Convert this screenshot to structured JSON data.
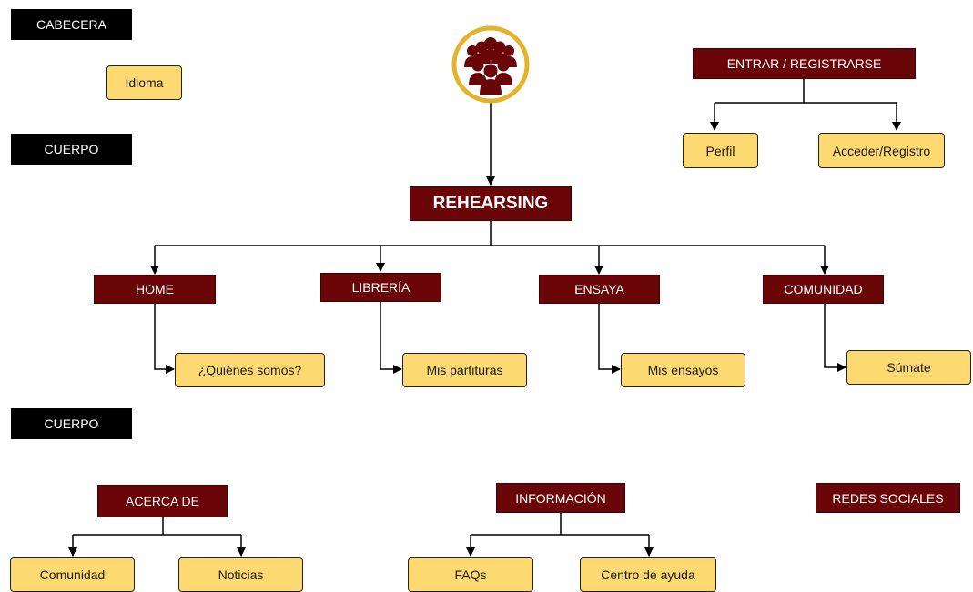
{
  "sections": {
    "cabecera": "CABECERA",
    "cuerpo_1": "CUERPO",
    "cuerpo_2": "CUERPO"
  },
  "header": {
    "language": "Idioma",
    "login": "ENTRAR / REGISTRARSE",
    "profile": "Perfil",
    "access": "Acceder/Registro"
  },
  "root": {
    "logo_icon": "group-of-people-icon",
    "title": "REHEARSING"
  },
  "nav": [
    {
      "label": "HOME",
      "child": "¿Quiénes somos?"
    },
    {
      "label": "LIBRERÍA",
      "child": "Mis partituras"
    },
    {
      "label": "ENSAYA",
      "child": "Mis ensayos"
    },
    {
      "label": "COMUNIDAD",
      "child": "Súmate"
    }
  ],
  "footer": {
    "about": "ACERCA DE",
    "about_children": [
      "Comunidad",
      "Noticias"
    ],
    "info": "INFORMACIÓN",
    "info_children": [
      "FAQs",
      "Centro de ayuda"
    ],
    "social": "REDES SOCIALES"
  },
  "colors": {
    "dark_red": "#6b0608",
    "yellow": "#fdd972",
    "black": "#000000"
  }
}
